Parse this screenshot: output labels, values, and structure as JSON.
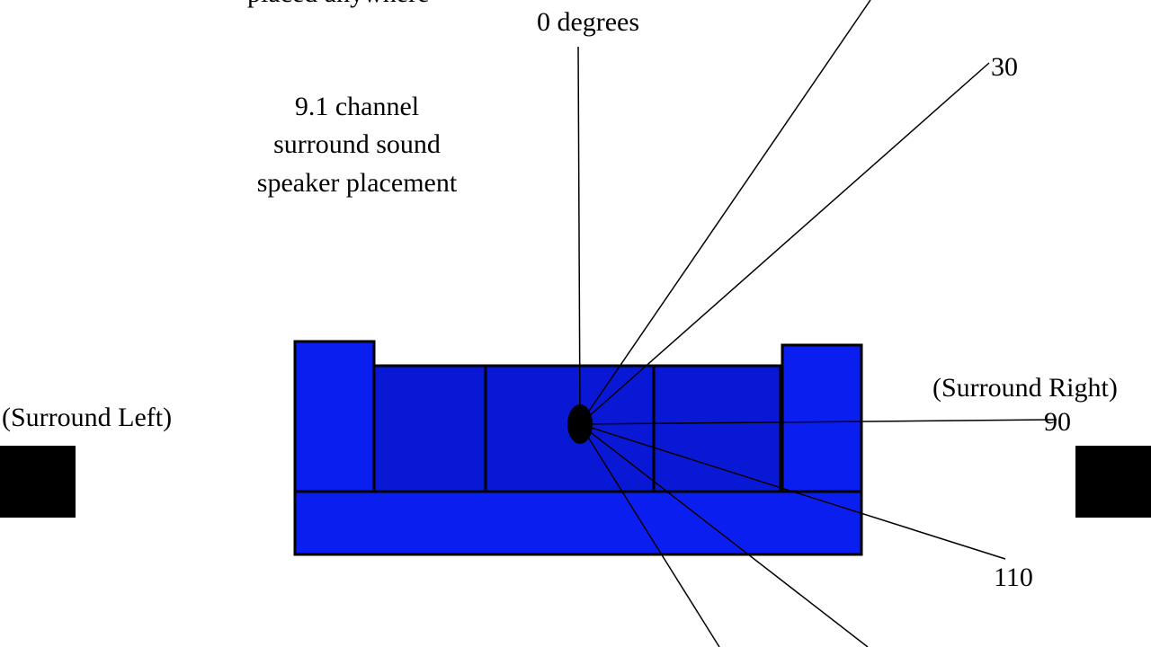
{
  "diagram": {
    "top_note_fragment": "placed anywhere",
    "title_lines": [
      "9.1 channel",
      "surround sound",
      "speaker placement"
    ],
    "labels": {
      "center_angle": "0 degrees",
      "angle_30": "30",
      "surround_right": "(Surround Right)",
      "angle_90": "90",
      "angle_110": "110",
      "surround_left": "(Surround Left)"
    },
    "colors": {
      "couch_fill": "#0a1ef0",
      "couch_cushion_fill": "#0818d4",
      "outline": "#000000",
      "speaker_fill": "#000000",
      "background": "#ffffff"
    }
  }
}
